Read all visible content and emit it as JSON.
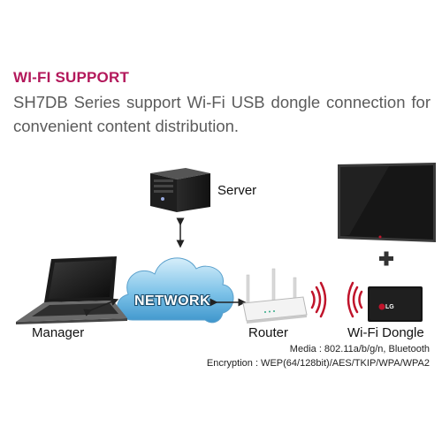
{
  "header": {
    "title": "WI-FI SUPPORT",
    "description": "SH7DB Series support Wi-Fi USB dongle connection for convenient content distribution."
  },
  "diagram": {
    "nodes": {
      "server": "Server",
      "network": "NETWORK",
      "manager": "Manager",
      "router": "Router",
      "dongle": "Wi-Fi Dongle",
      "dongle_logo": "LG"
    },
    "specs": {
      "media": "Media : 802.11a/b/g/n, Bluetooth",
      "encryption": "Encryption : WEP(64/128bit)/AES/TKIP/WPA/WPA2"
    },
    "colors": {
      "title": "#b3185b",
      "signal": "#c0142b",
      "cloud": "#5fb0de"
    },
    "icons": [
      "server-icon",
      "cloud-icon",
      "laptop-icon",
      "router-icon",
      "display-icon",
      "plus-icon",
      "wifi-signal-icon",
      "usb-dongle-icon"
    ]
  }
}
